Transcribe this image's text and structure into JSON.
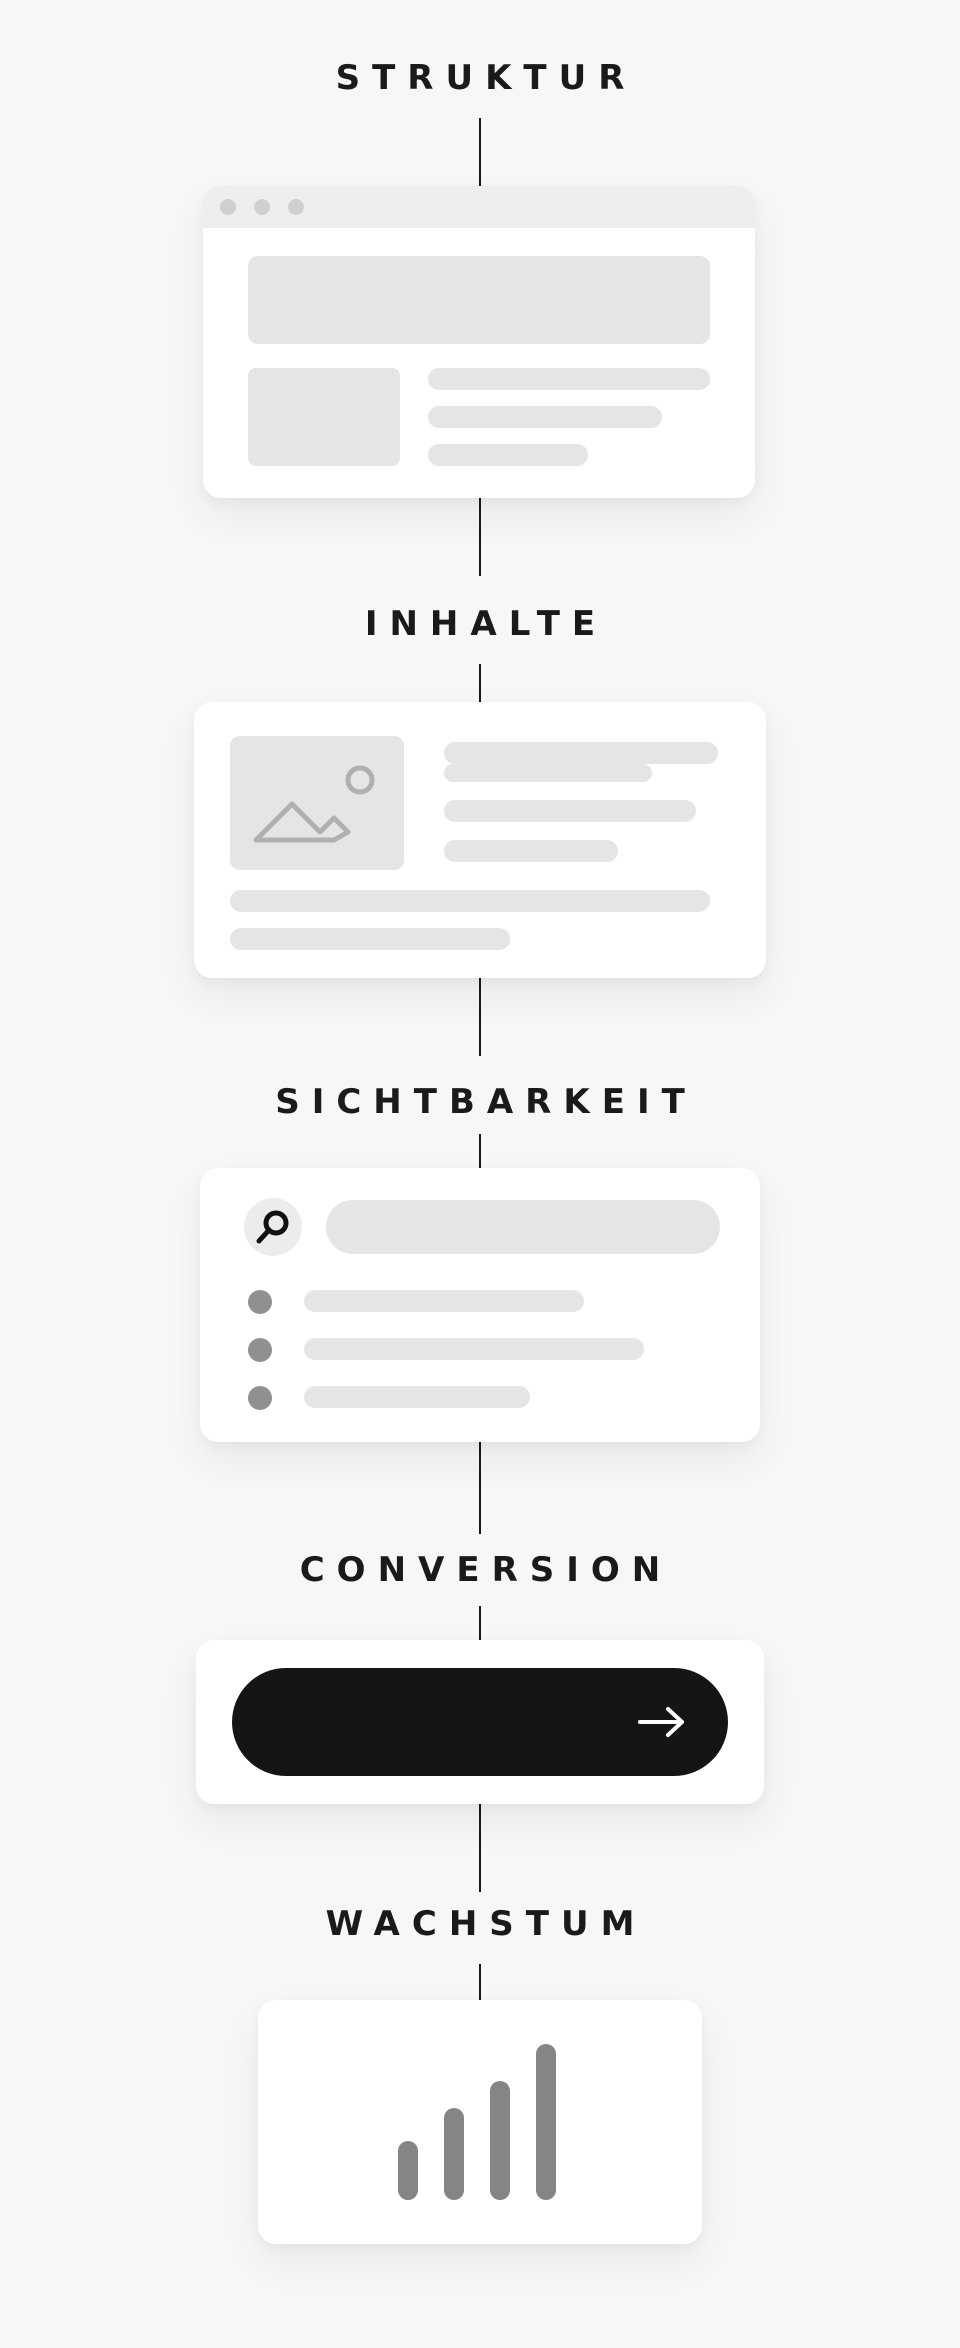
{
  "steps": [
    {
      "id": "struktur",
      "label": "STRUKTUR"
    },
    {
      "id": "inhalte",
      "label": "INHALTE"
    },
    {
      "id": "sichtbarkeit",
      "label": "SICHTBARKEIT"
    },
    {
      "id": "conversion",
      "label": "CONVERSION"
    },
    {
      "id": "wachstum",
      "label": "WACHSTUM"
    }
  ],
  "icons": {
    "image_placeholder": "image-placeholder-icon",
    "search": "search-icon",
    "cta_arrow": "arrow-right-icon"
  },
  "colors": {
    "background": "#f7f7f7",
    "card": "#ffffff",
    "placeholder": "#e5e5e5",
    "accent_dark": "#151515",
    "bar": "#858585"
  },
  "growth_bars": {
    "relative_heights": [
      0.38,
      0.59,
      0.76,
      1.0
    ]
  }
}
